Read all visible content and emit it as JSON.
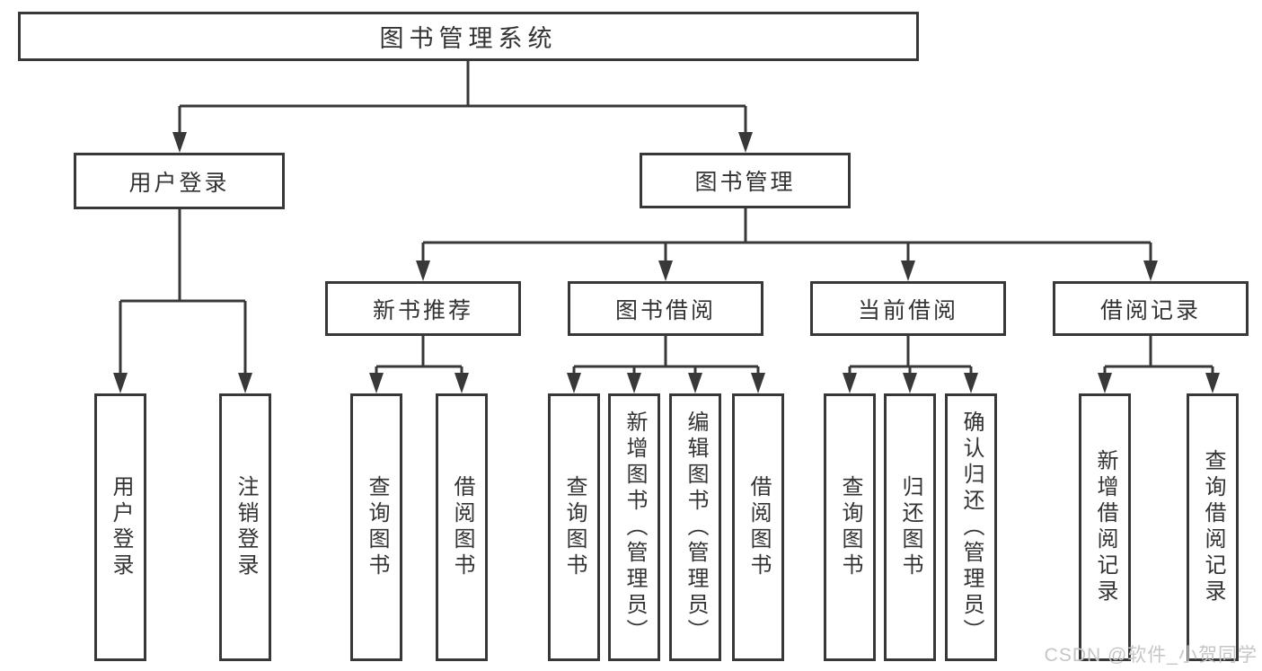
{
  "diagram_title": "图书管理系统",
  "colors": {
    "node_border": "#383838",
    "connector": "#383838",
    "node_text": "#333333",
    "watermark_text": "#c6c6c6",
    "background": "#ffffff"
  },
  "tree": {
    "root": {
      "label": "图书管理系统",
      "children": [
        {
          "label": "用户登录",
          "children": [
            {
              "label": "用户登录"
            },
            {
              "label": "注销登录"
            }
          ]
        },
        {
          "label": "图书管理",
          "children": [
            {
              "label": "新书推荐",
              "children": [
                {
                  "label": "查询图书"
                },
                {
                  "label": "借阅图书"
                }
              ]
            },
            {
              "label": "图书借阅",
              "children": [
                {
                  "label": "查询图书"
                },
                {
                  "label": "新增图书（管理员）"
                },
                {
                  "label": "编辑图书（管理员）"
                },
                {
                  "label": "借阅图书"
                }
              ]
            },
            {
              "label": "当前借阅",
              "children": [
                {
                  "label": "查询图书"
                },
                {
                  "label": "归还图书"
                },
                {
                  "label": "确认归还（管理员）"
                }
              ]
            },
            {
              "label": "借阅记录",
              "children": [
                {
                  "label": "新增借阅记录"
                },
                {
                  "label": "查询借阅记录"
                }
              ]
            }
          ]
        }
      ]
    }
  },
  "watermark": {
    "text": "CSDN @软件_小贺同学"
  }
}
